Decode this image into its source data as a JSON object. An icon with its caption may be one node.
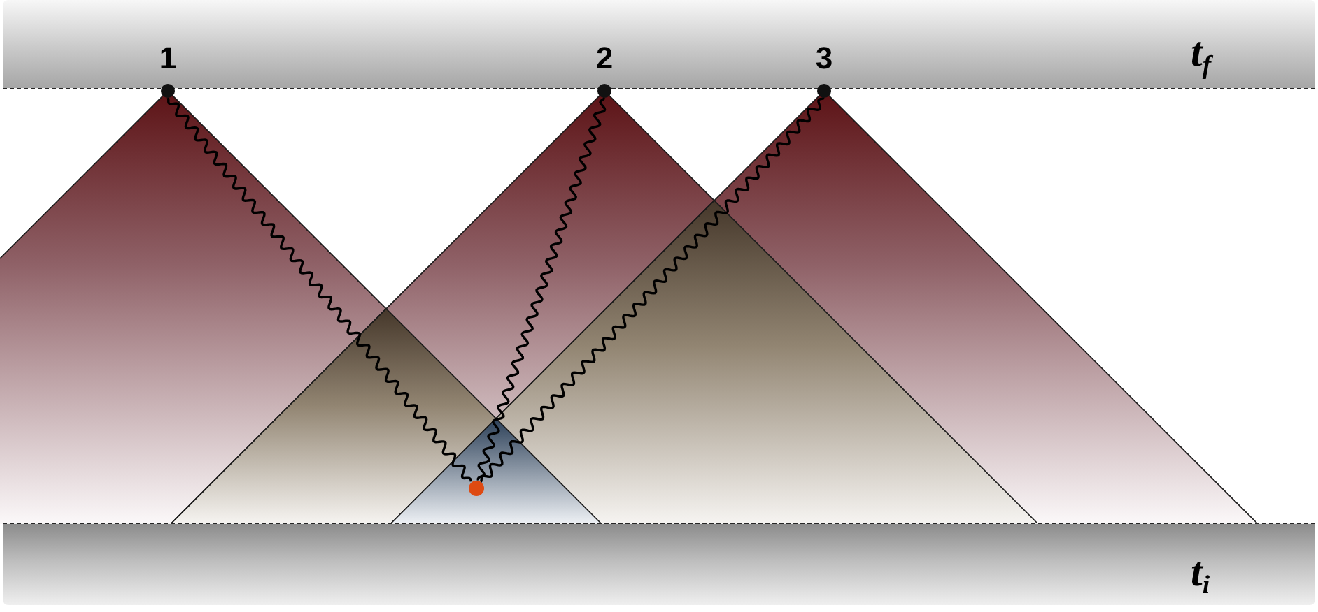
{
  "diagram": {
    "nodes": [
      {
        "text": [
          "t$_{f}$"
        ]
      },
      {
        "text": [
          "1"
        ]
      },
      {
        "text": [
          "2"
        ]
      },
      {
        "text": [
          "3"
        ]
      },
      {
        "text": [],
        "shape": "circle"
      },
      {
        "text": [
          "t$_{i}$"
        ]
      }
    ],
    "edges": [
      {
        "from": 1,
        "to": 4,
        "arrow": "none"
      },
      {
        "from": 2,
        "to": 4,
        "arrow": "none"
      },
      {
        "from": 3,
        "to": 4,
        "arrow": "none"
      }
    ]
  }
}
